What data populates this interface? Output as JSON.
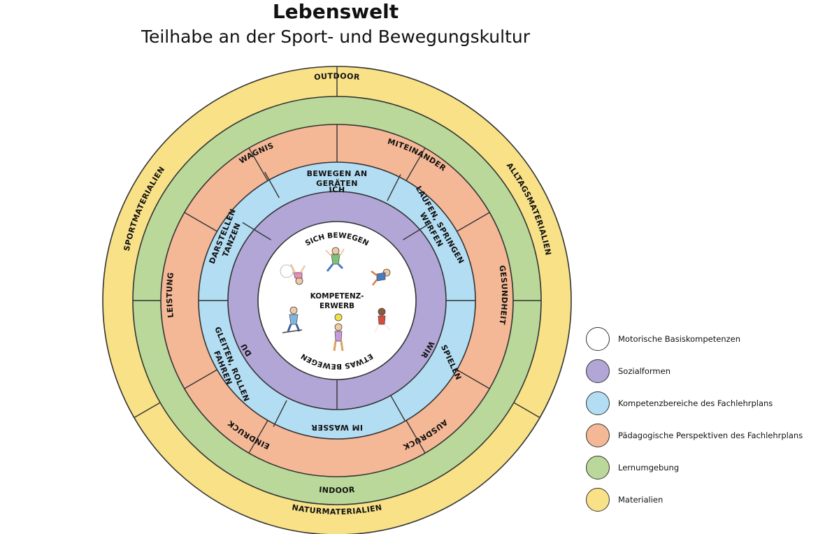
{
  "header": {
    "title": "Lebenswelt",
    "subtitle": "Teilhabe an der Sport- und Bewegungskultur"
  },
  "colors": {
    "materials": "#f8e187",
    "environment": "#b9d89a",
    "perspectives": "#f4b896",
    "competence_areas": "#b3ddf3",
    "social_forms": "#b1a6d6",
    "core": "#ffffff",
    "line": "#333333"
  },
  "rings": {
    "materials": [
      "SPORTMATERIALIEN",
      "ALLTAGSMATERIALIEN",
      "NATURMATERIALIEN"
    ],
    "environment": [
      "OUTDOOR",
      "INDOOR"
    ],
    "perspectives": [
      "WAGNIS",
      "MITEINANDER",
      "GESUNDHEIT",
      "AUSDRUCK",
      "EINDRUCK",
      "LEISTUNG"
    ],
    "competence_areas": [
      "BEWEGEN AN",
      "GERÄTEN",
      "LAUFEN, SPRINGEN",
      "WERFEN",
      "SPIELEN",
      "IM WASSER",
      "GLEITEN, ROLLEN",
      "FAHREN",
      "DARSTELLEN",
      "TANZEN"
    ],
    "social_forms": [
      "ICH",
      "WIR",
      "DU"
    ]
  },
  "core": {
    "top": "SICH BEWEGEN",
    "center_line1": "KOMPETENZ-",
    "center_line2": "ERWERB",
    "bottom": "ETWAS BEWEGEN"
  },
  "legend": [
    {
      "label": "Motorische Basiskompetenzen",
      "color": "#ffffff"
    },
    {
      "label": "Sozialformen",
      "color": "#b1a6d6"
    },
    {
      "label": "Kompetenzbereiche des Fachlehrplans",
      "color": "#b3ddf3"
    },
    {
      "label": "Pädagogische Perspektiven des Fachlehrplans",
      "color": "#f4b896"
    },
    {
      "label": "Lernumgebung",
      "color": "#b9d89a"
    },
    {
      "label": "Materialien",
      "color": "#f8e187"
    }
  ]
}
